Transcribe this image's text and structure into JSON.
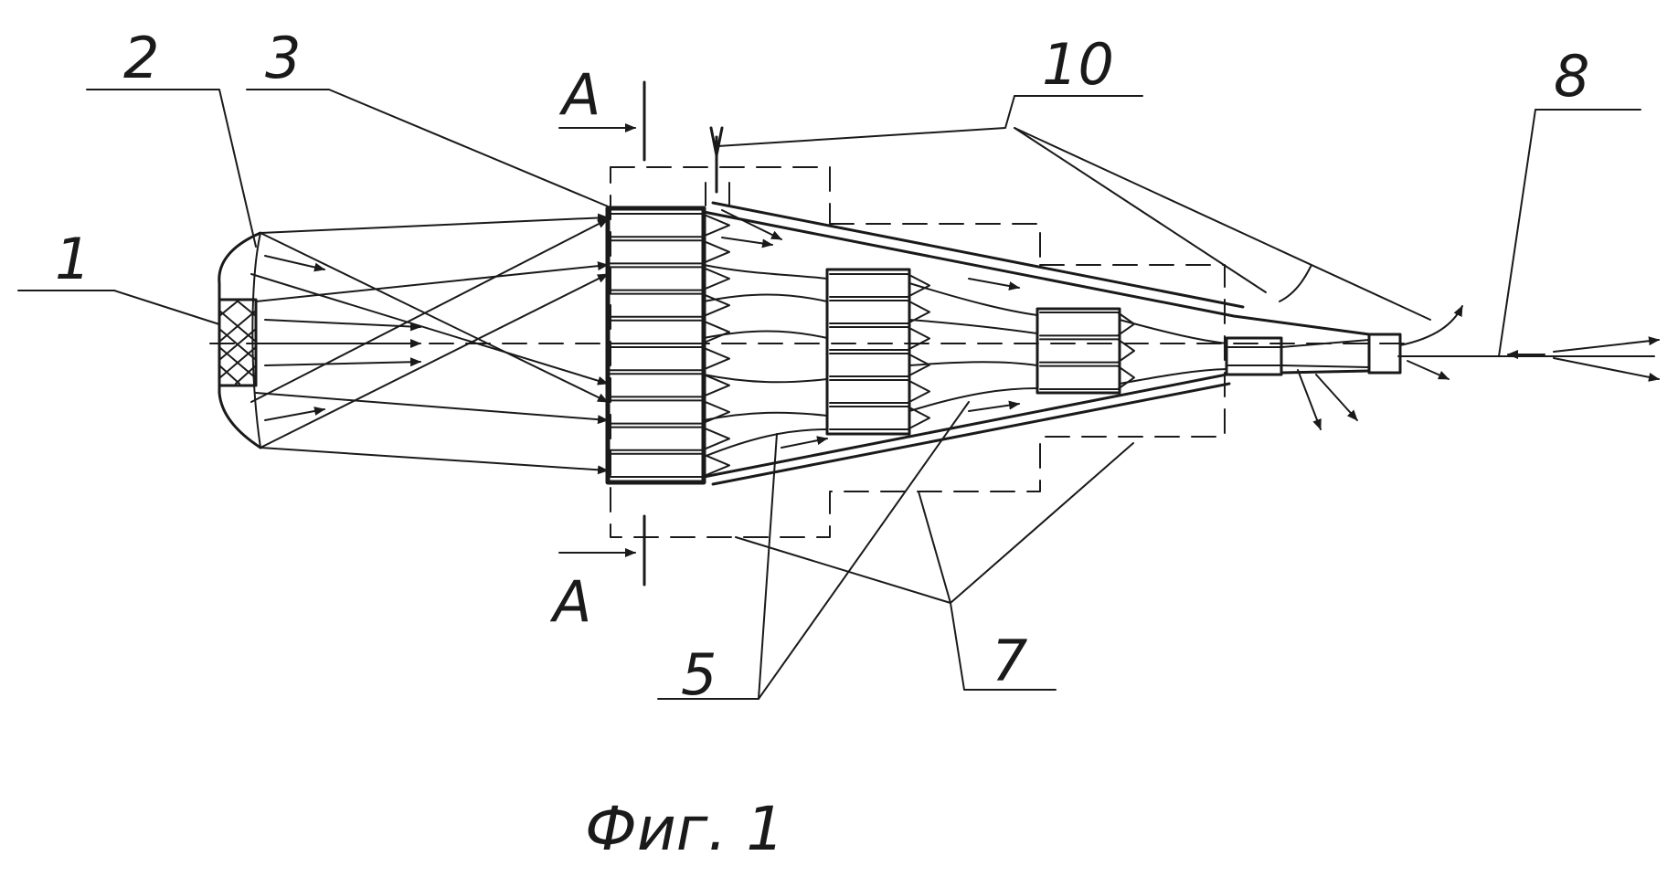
{
  "labels": {
    "n1": "1",
    "n2": "2",
    "n3": "3",
    "n5": "5",
    "n7": "7",
    "n8": "8",
    "n10": "10",
    "sectionTop": "A",
    "sectionBottom": "A"
  },
  "caption": "Фиг. 1"
}
